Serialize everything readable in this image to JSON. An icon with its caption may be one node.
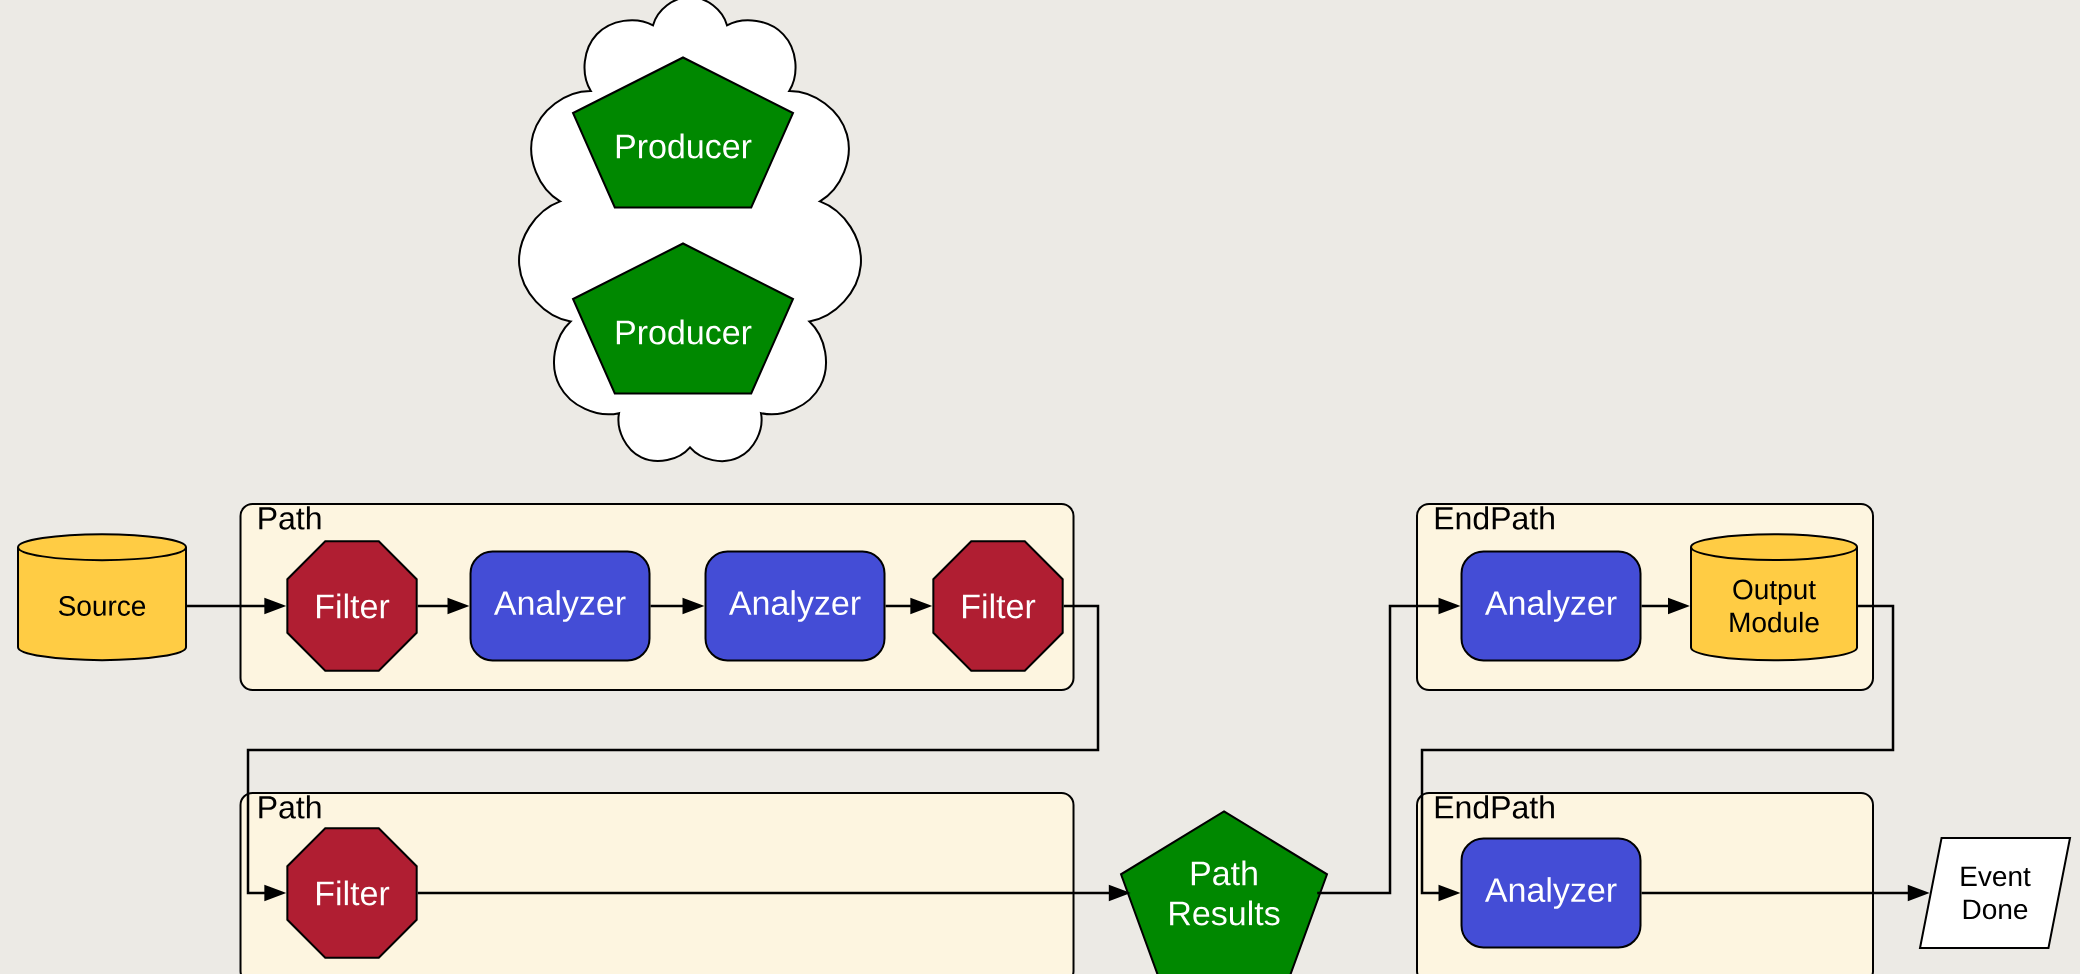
{
  "diagram": {
    "nodes": [
      {
        "text": [],
        "shape": "cloud"
      },
      {
        "text": [
          "Producer"
        ],
        "in": 0
      },
      {
        "text": [
          "Producer"
        ],
        "in": 0
      },
      {
        "text": [
          "Path"
        ]
      },
      {
        "text": [
          "Source"
        ]
      },
      {
        "text": [
          "Filter"
        ],
        "in": 3
      },
      {
        "text": [
          "Analyzer"
        ],
        "in": 3
      },
      {
        "text": [
          "Analyzer"
        ],
        "in": 3
      },
      {
        "text": [
          "Filter"
        ],
        "in": 3
      },
      {
        "text": [
          "Path"
        ]
      },
      {
        "text": [
          "Filter"
        ],
        "in": 9
      },
      {
        "text": [
          "Path Results"
        ]
      },
      {
        "text": [
          "EndPath"
        ]
      },
      {
        "text": [
          "Analyzer"
        ],
        "in": 12
      },
      {
        "text": [
          "Output Module"
        ],
        "in": 12
      },
      {
        "text": [
          "EndPath"
        ]
      },
      {
        "text": [
          "Analyzer"
        ],
        "in": 15
      },
      {
        "text": [
          "Event Done"
        ]
      }
    ],
    "edges": [
      {
        "from": 4,
        "to": 5,
        "arrow": "to"
      },
      {
        "from": 5,
        "to": 6,
        "arrow": "to"
      },
      {
        "from": 6,
        "to": 7,
        "arrow": "to"
      },
      {
        "from": 7,
        "to": 8,
        "arrow": "to"
      },
      {
        "from": 8,
        "to": 10,
        "arrow": "to"
      },
      {
        "from": 10,
        "to": 11,
        "arrow": "to"
      },
      {
        "from": 11,
        "to": 13,
        "arrow": "to"
      },
      {
        "from": 13,
        "to": 14,
        "arrow": "to"
      },
      {
        "from": 14,
        "to": 16,
        "arrow": "to"
      },
      {
        "from": 16,
        "to": 17,
        "arrow": "to"
      }
    ]
  }
}
